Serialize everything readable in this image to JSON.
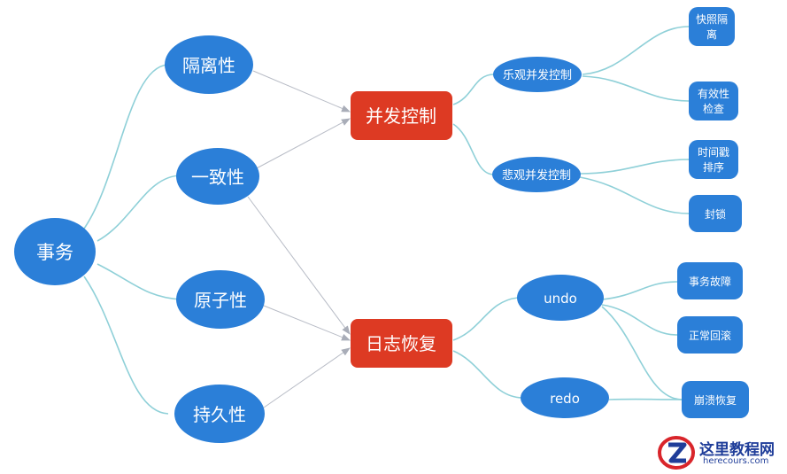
{
  "nodes": {
    "root": "事务",
    "isolation": "隔离性",
    "consistency": "一致性",
    "atomicity": "原子性",
    "durability": "持久性",
    "concurrency": "并发控制",
    "log_recovery": "日志恢复",
    "optimistic": "乐观并发控制",
    "pessimistic": "悲观并发控制",
    "snapshot_line1": "快照隔",
    "snapshot_line2": "离",
    "validation_line1": "有效性",
    "validation_line2": "检查",
    "timestamp_line1": "时间戳",
    "timestamp_line2": "排序",
    "lock": "封锁",
    "undo": "undo",
    "redo": "redo",
    "txn_failure": "事务故障",
    "normal_rollback": "正常回滚",
    "crash_recovery": "崩溃恢复"
  },
  "watermark": {
    "title": "这里教程网",
    "url": "herecours.com"
  },
  "colors": {
    "node_blue": "#2b7fd8",
    "node_red": "#dd3a23",
    "curve": "#8fd0d8",
    "arrow": "#b8bcc6"
  }
}
